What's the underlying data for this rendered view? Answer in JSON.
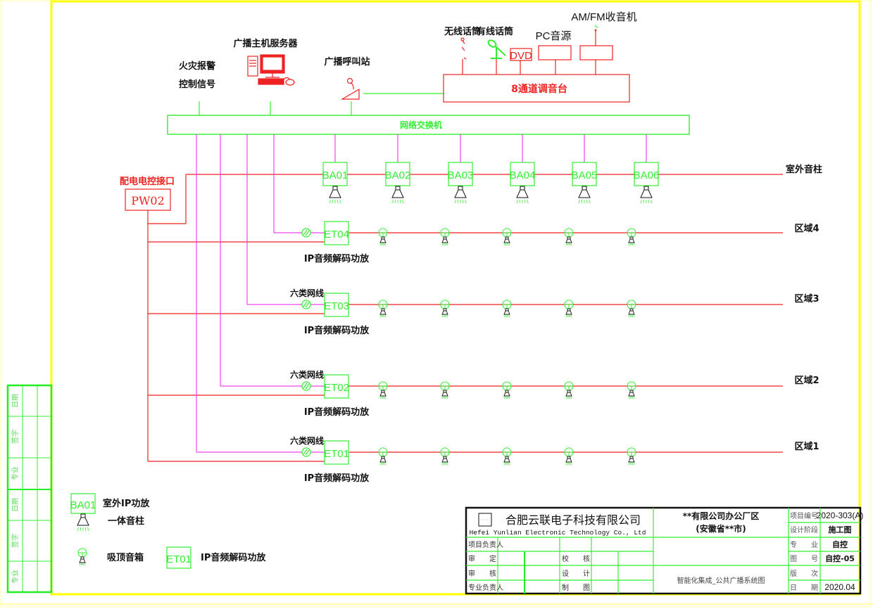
{
  "sources": {
    "fire_alarm_line1": "火灾报警",
    "fire_alarm_line2": "控制信号",
    "server": "广播主机服务器",
    "call_station": "广播呼叫站",
    "wireless_mic": "无线话筒",
    "wired_mic": "有线话筒",
    "dvd": "DVD",
    "pc_source": "PC音源",
    "radio": "AM/FM收音机",
    "mixer": "8通道调音台"
  },
  "switch": {
    "label": "网络交换机"
  },
  "power": {
    "caption": "配电电控接口",
    "code": "PW02"
  },
  "outdoor": {
    "zone_label": "室外音柱",
    "amps": [
      "BA01",
      "BA02",
      "BA03",
      "BA04",
      "BA05",
      "BA06"
    ]
  },
  "zones": [
    {
      "decoder": "ET04",
      "zone_label": "区域4",
      "cable_label": "",
      "decoder_caption": "IP音频解码功放",
      "speakers": 5
    },
    {
      "decoder": "ET03",
      "zone_label": "区域3",
      "cable_label": "六类网线",
      "decoder_caption": "IP音频解码功放",
      "speakers": 5
    },
    {
      "decoder": "ET02",
      "zone_label": "区域2",
      "cable_label": "六类网线",
      "decoder_caption": "IP音频解码功放",
      "speakers": 5
    },
    {
      "decoder": "ET01",
      "zone_label": "区域1",
      "cable_label": "六类网线",
      "decoder_caption": "IP音频解码功放",
      "speakers": 5
    }
  ],
  "legend": {
    "ba_code": "BA01",
    "ba_line1": "室外IP功放",
    "ba_line2": "一体音柱",
    "ceiling_speaker": "吸顶音箱",
    "et_code": "ET01",
    "et_desc": "IP音频解码功放"
  },
  "side_table": {
    "labels": [
      "日期",
      "签字",
      "专业",
      "日期",
      "签字",
      "专业"
    ]
  },
  "title_block": {
    "company_cn": "合肥云联电子科技有限公司",
    "company_en": "Hefei Yunlian Electronic Technology Co., Ltd",
    "project_line1": "**有限公司办公厂区",
    "project_line2": "(安徽省**市)",
    "drawing_title": "智能化集成_公共广播系统图",
    "roles_left": [
      "项目负责人",
      "审　　定",
      "审　　核",
      "专业负责人"
    ],
    "roles_mid": [
      "校　　核",
      "设　　计",
      "制　　图"
    ],
    "fields": [
      {
        "label": "项目编号",
        "value": "2020-303(A)"
      },
      {
        "label": "设计阶段",
        "value": "施工图"
      },
      {
        "label": "专　　业",
        "value": "自控"
      },
      {
        "label": "图　　号",
        "value": "自控-05"
      },
      {
        "label": "版　　次",
        "value": ""
      },
      {
        "label": "日　　期",
        "value": "2020.04"
      }
    ]
  },
  "colors": {
    "network": "#33ee33",
    "power": "#ee2222",
    "cat6": "#ee44ee",
    "frame": "#ffff00",
    "ink": "#111111"
  }
}
